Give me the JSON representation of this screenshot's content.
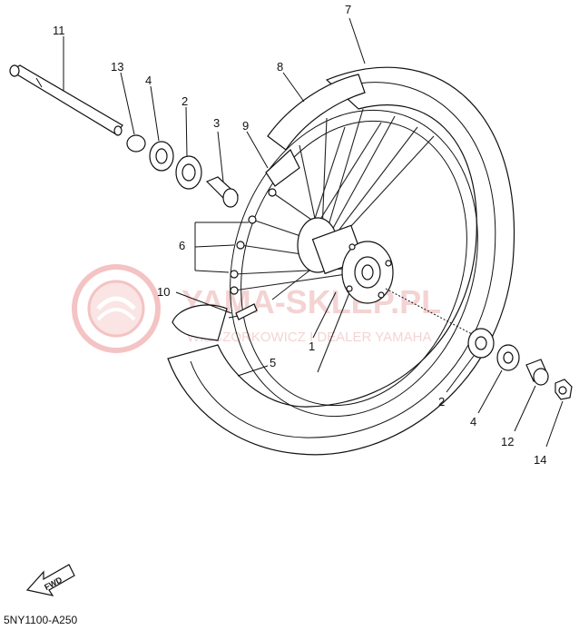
{
  "diagram_code": "5NY1100-A250",
  "fwd_label": "FWD",
  "watermark": {
    "line1": "YAMA-SKLEP.PL",
    "line2": "WIECZORKOWICZ I DEALER YAMAHA"
  },
  "callouts": {
    "c1": "1",
    "c2a": "2",
    "c2b": "2",
    "c3": "3",
    "c4a": "4",
    "c4b": "4",
    "c5": "5",
    "c6": "6",
    "c7": "7",
    "c8": "8",
    "c9": "9",
    "c10": "10",
    "c11": "11",
    "c12": "12",
    "c13": "13",
    "c14": "14"
  }
}
